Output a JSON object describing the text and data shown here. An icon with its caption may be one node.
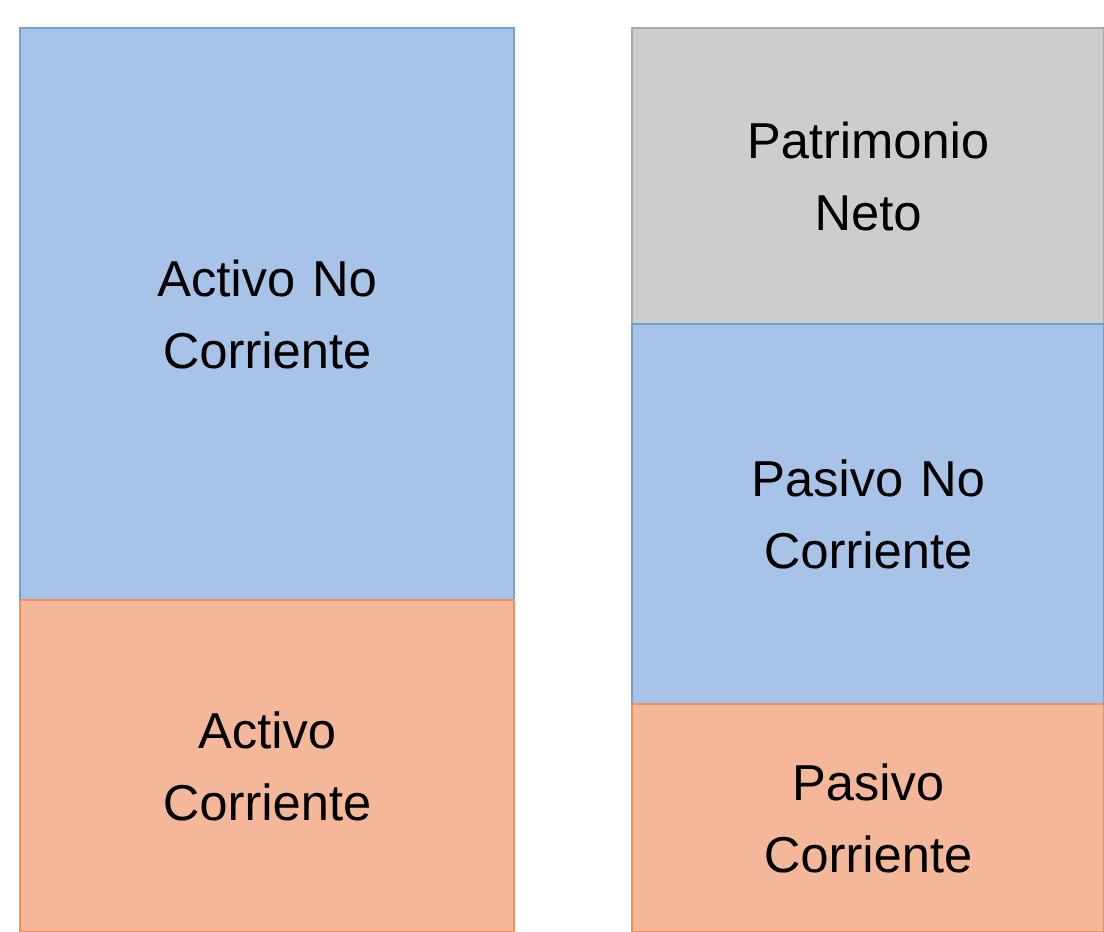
{
  "diagram": {
    "nodes": [
      {
        "text": [
          "Activo No Corriente"
        ]
      },
      {
        "text": [
          "Activo Corriente"
        ]
      },
      {
        "text": [
          "Patrimonio Neto"
        ]
      },
      {
        "text": [
          "Pasivo No Corriente"
        ]
      },
      {
        "text": [
          "Pasivo Corriente"
        ]
      }
    ]
  }
}
